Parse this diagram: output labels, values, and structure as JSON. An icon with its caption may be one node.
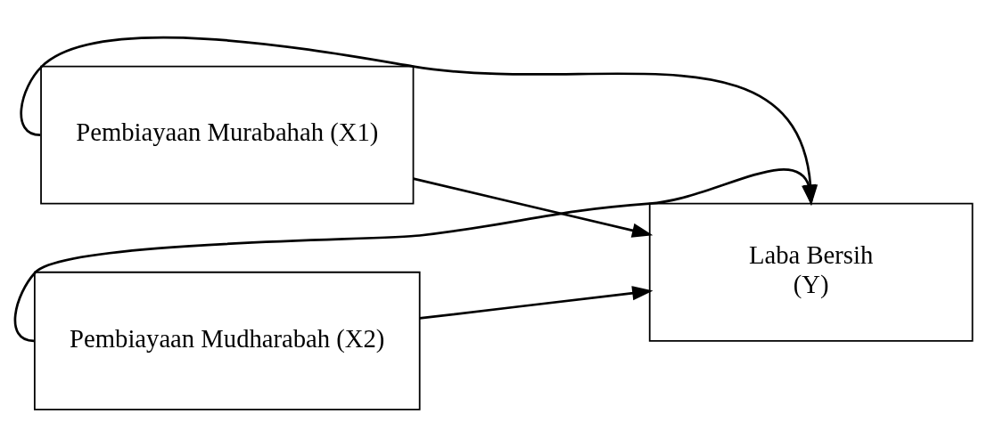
{
  "diagram": {
    "nodes": [
      {
        "text": [
          "Pembiayaan Murabahah (X1)"
        ]
      },
      {
        "text": [
          "Pembiayaan Mudharabah (X2)"
        ]
      },
      {
        "text": [
          "Laba Bersih",
          "(Y)"
        ]
      }
    ],
    "edges": [
      {
        "from": 0,
        "to": 2,
        "arrow": "to"
      },
      {
        "from": 1,
        "to": 2,
        "arrow": "to"
      },
      {
        "from": 0,
        "to": 2,
        "arrow": "to"
      },
      {
        "from": 1,
        "to": 2,
        "arrow": "to"
      }
    ]
  }
}
